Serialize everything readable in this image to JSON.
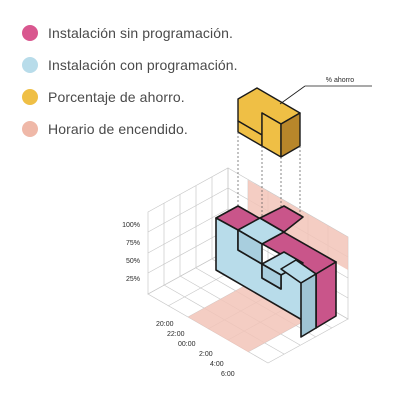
{
  "legend": {
    "items": [
      {
        "label": "Instalación sin programación.",
        "color": "#d9578f"
      },
      {
        "label": "Instalación con programación.",
        "color": "#b8dcea"
      },
      {
        "label": "Porcentaje de ahorro.",
        "color": "#efbf45"
      },
      {
        "label": "Horario de encendido.",
        "color": "#efb8a8"
      }
    ]
  },
  "diagram": {
    "percent_ticks": [
      "100%",
      "75%",
      "50%",
      "25%"
    ],
    "time_ticks": [
      "20:00",
      "22:00",
      "00:00",
      "2:00",
      "4:00",
      "6:00"
    ],
    "callout_label": "% ahorro",
    "colors": {
      "without_programming": "#c9558a",
      "with_programming": "#b8dcea",
      "savings": "#efbf45",
      "schedule": "#f2c4b8",
      "outline": "#1a1a1a",
      "grid": "#c8c8c8"
    }
  }
}
